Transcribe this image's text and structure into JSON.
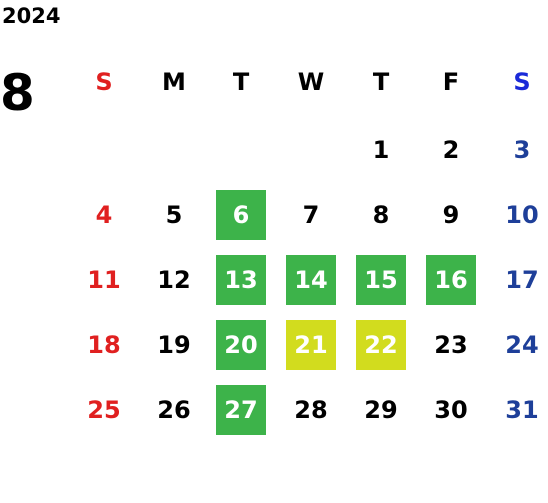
{
  "year": "2024",
  "month": "8",
  "colors": {
    "sunday": "#e02020",
    "saturday_header": "#1a2ad8",
    "saturday": "#1e3f99",
    "weekday": "#000000",
    "highlight_green": "#3db34a",
    "highlight_yellow": "#d2dc1e",
    "highlight_text": "#ffffff"
  },
  "weekdays": [
    "S",
    "M",
    "T",
    "W",
    "T",
    "F",
    "S"
  ],
  "weeks": [
    [
      "",
      "",
      "",
      "",
      "1",
      "2",
      "3"
    ],
    [
      "4",
      "5",
      "6",
      "7",
      "8",
      "9",
      "10"
    ],
    [
      "11",
      "12",
      "13",
      "14",
      "15",
      "16",
      "17"
    ],
    [
      "18",
      "19",
      "20",
      "21",
      "22",
      "23",
      "24"
    ],
    [
      "25",
      "26",
      "27",
      "28",
      "29",
      "30",
      "31"
    ]
  ],
  "highlights": {
    "6": "green",
    "13": "green",
    "14": "green",
    "15": "green",
    "16": "green",
    "20": "green",
    "21": "yellow",
    "22": "yellow",
    "27": "green"
  }
}
